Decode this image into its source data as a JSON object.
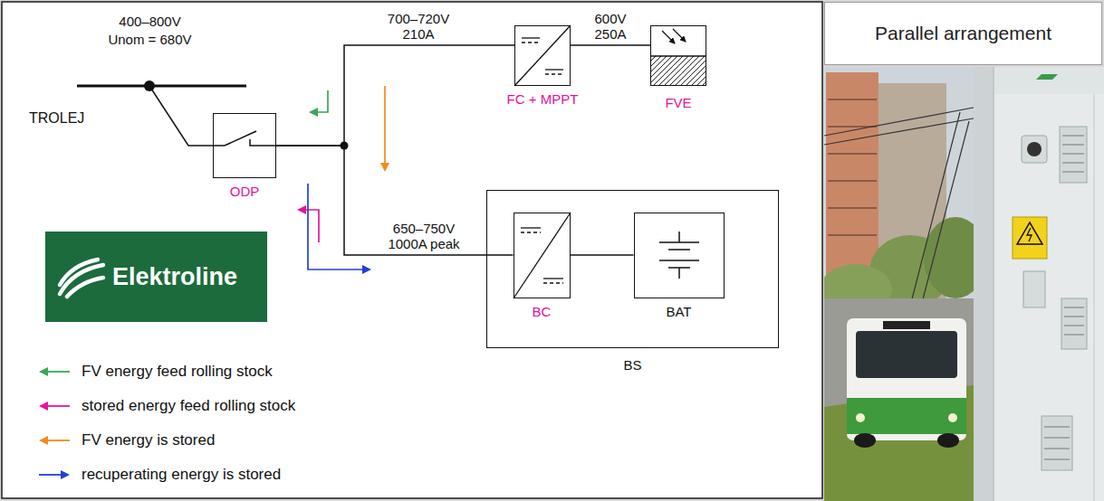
{
  "diagram": {
    "nodes": [
      {
        "text": [
          "ODP"
        ]
      },
      {
        "text": [
          "FC + MPPT"
        ]
      },
      {
        "text": [
          "FVE"
        ]
      },
      {
        "text": [
          "BS"
        ]
      },
      {
        "text": [
          "BC"
        ],
        "in": 3
      },
      {
        "text": [
          "BAT"
        ],
        "in": 3
      },
      {
        "text": [
          "Elektroline"
        ]
      },
      {
        "text": [
          "Parallel arrangement"
        ]
      }
    ],
    "edges": [
      {
        "from": 0,
        "to": 1,
        "arrow": "none",
        "label": "700–720V 210A"
      },
      {
        "from": 1,
        "to": 2,
        "arrow": "none",
        "label": "600V 250A"
      },
      {
        "from": 0,
        "to": 4,
        "arrow": "none",
        "label": "650–750V 1000A peak"
      },
      {
        "from": 4,
        "to": 5,
        "arrow": "none"
      }
    ],
    "labels": [
      "400–800V Unom = 680V",
      "TROLEJ"
    ],
    "legend": [
      {
        "text": "FV energy feed rolling stock"
      },
      {
        "text": "stored energy feed rolling stock"
      },
      {
        "text": "FV energy is stored"
      },
      {
        "text": "recuperating energy is stored"
      }
    ]
  }
}
